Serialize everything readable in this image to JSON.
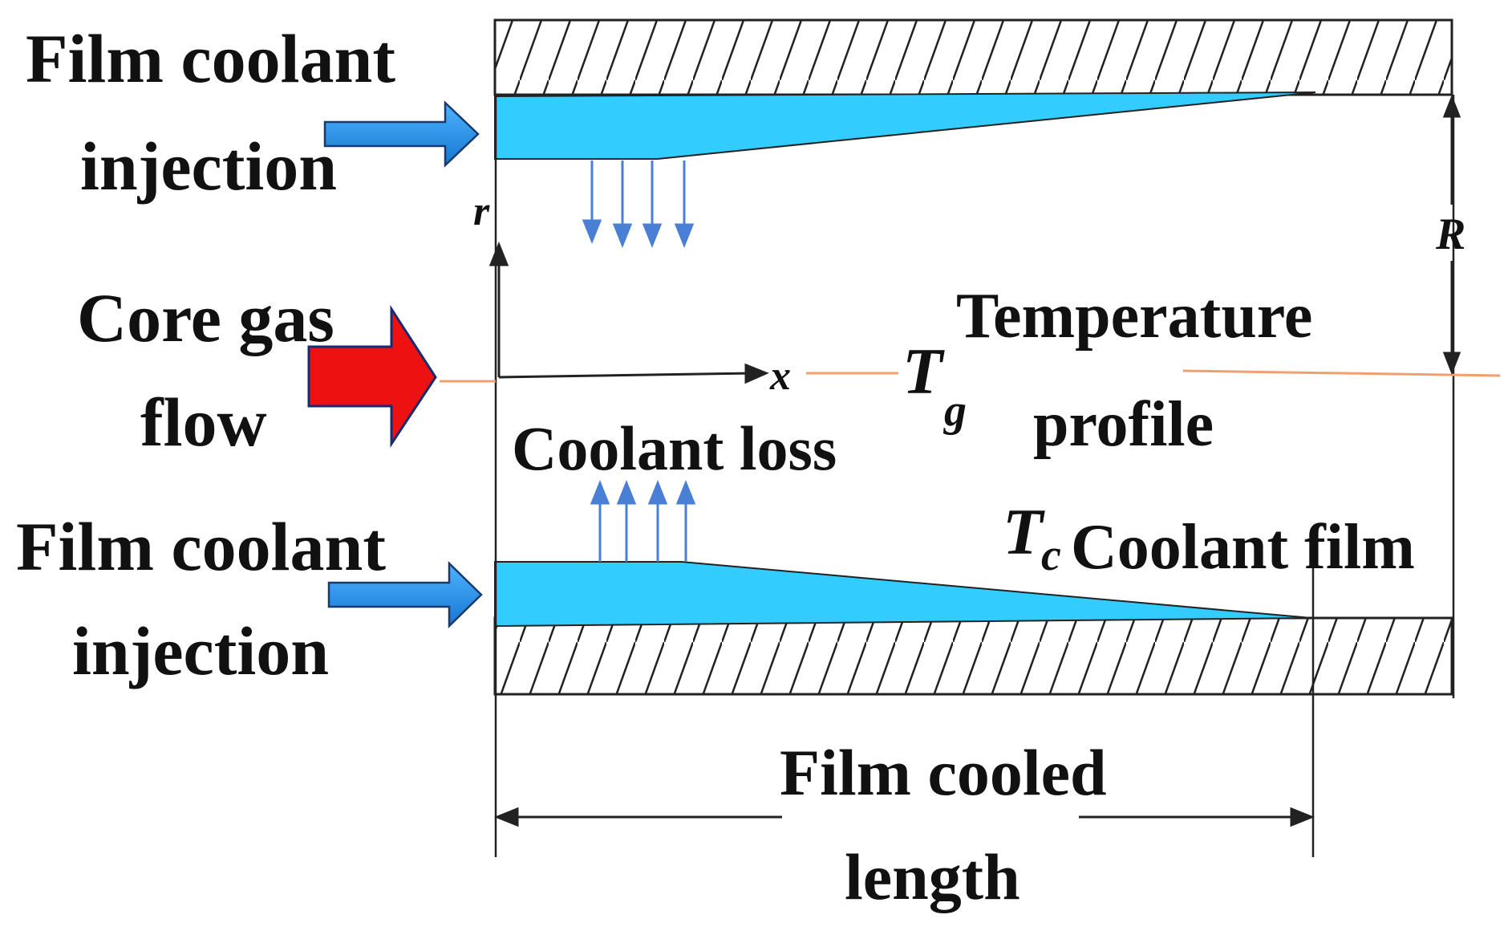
{
  "labels": {
    "film_coolant_top_line1": "Film coolant",
    "film_coolant_top_line2": "injection",
    "core_gas_line1": "Core gas",
    "core_gas_line2": "flow",
    "film_coolant_bottom_line1": "Film coolant",
    "film_coolant_bottom_line2": "injection",
    "coolant_loss": "Coolant loss",
    "temperature_line1": "Temperature",
    "temperature_line2": "profile",
    "coolant_film": "Coolant film",
    "film_cooled_line1": "Film cooled",
    "film_cooled_line2": "length"
  },
  "symbols": {
    "r": "r",
    "x": "x",
    "R": "R",
    "Tg_base": "T",
    "Tg_sub": "g",
    "Tc_base": "T",
    "Tc_sub": "c"
  },
  "colors": {
    "coolant_film": "#33ccff",
    "injection_arrow": "#1e90e0",
    "core_gas_arrow": "#ee1111",
    "coolant_loss_arrow": "#4a7fd6",
    "centerline": "#f0a070",
    "wall_line": "#222222"
  }
}
